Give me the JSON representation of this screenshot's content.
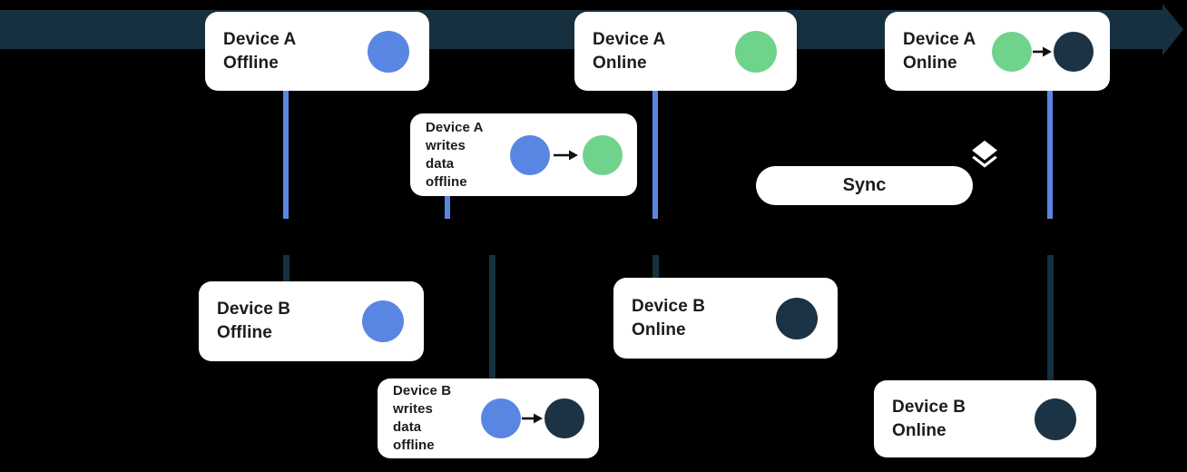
{
  "colors": {
    "background": "#000000",
    "blue": "#5A86E3",
    "green": "#6FD38B",
    "dark_navy": "#1B3344",
    "timeline": "#16303F",
    "connector_dark": "#16303F",
    "card_bg": "#FFFFFF",
    "text": "#1C1C1E",
    "arrow_black": "#111111",
    "icon_white": "#FFFFFF"
  },
  "cards": [
    {
      "id": "device-a-offline",
      "label": "Device A\nOffline",
      "circles": [
        "blue"
      ]
    },
    {
      "id": "device-a-writes",
      "label": "Device A\nwrites\ndata\noffline",
      "circles": [
        "blue",
        "green"
      ],
      "arrow": true
    },
    {
      "id": "device-a-online-1",
      "label": "Device A\nOnline",
      "circles": [
        "green"
      ]
    },
    {
      "id": "device-a-online-2",
      "label": "Device A\nOnline",
      "circles": [
        "green",
        "dark_navy"
      ],
      "arrow": true
    },
    {
      "id": "device-b-offline",
      "label": "Device B\nOffline",
      "circles": [
        "blue"
      ]
    },
    {
      "id": "device-b-writes",
      "label": "Device B\nwrites\ndata\noffline",
      "circles": [
        "blue",
        "dark_navy"
      ],
      "arrow": true
    },
    {
      "id": "device-b-online-1",
      "label": "Device B\nOnline",
      "circles": [
        "dark_navy"
      ]
    },
    {
      "id": "device-b-online-2",
      "label": "Device B\nOnline",
      "circles": [
        "dark_navy"
      ]
    }
  ],
  "sync_button": {
    "label": "Sync"
  },
  "icons": {
    "sync_icon": "layers-icon",
    "timeline_icon": "right-arrow-timeline",
    "between_circles": "arrow-right-icon"
  }
}
